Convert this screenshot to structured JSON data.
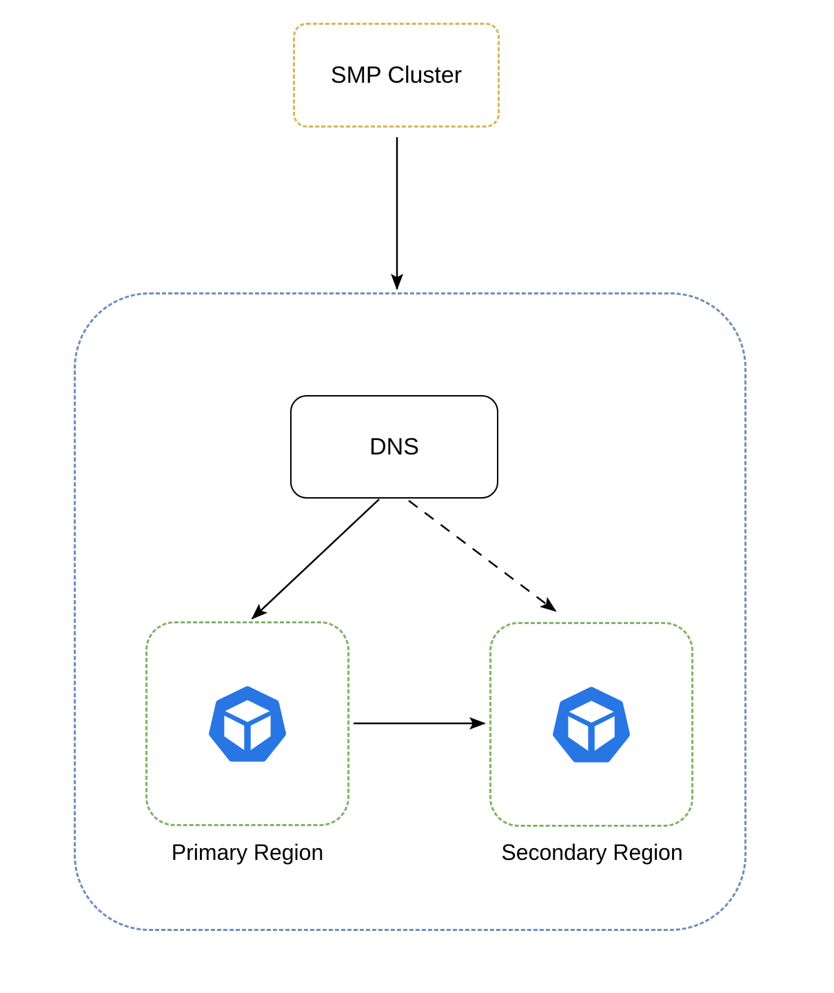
{
  "diagram": {
    "title": "",
    "nodes": {
      "smp_cluster": {
        "label": "SMP Cluster",
        "shape": "rounded-rect",
        "border_style": "dashed",
        "border_color": "#d6b656"
      },
      "region_container": {
        "label": "",
        "shape": "rounded-rect",
        "border_style": "dashed",
        "border_color": "#6c8ebf"
      },
      "dns": {
        "label": "DNS",
        "shape": "rounded-rect",
        "border_style": "solid",
        "border_color": "#000000"
      },
      "primary_region": {
        "label": "Primary Region",
        "shape": "rounded-rect",
        "border_style": "dashed",
        "border_color": "#82b366",
        "icon": "heptagon-cube-icon"
      },
      "secondary_region": {
        "label": "Secondary Region",
        "shape": "rounded-rect",
        "border_style": "dashed",
        "border_color": "#82b366",
        "icon": "heptagon-cube-icon"
      }
    },
    "edges": [
      {
        "from": "smp_cluster",
        "to": "region_container",
        "style": "solid",
        "arrowhead": "filled-triangle"
      },
      {
        "from": "dns",
        "to": "primary_region",
        "style": "solid",
        "arrowhead": "filled-triangle"
      },
      {
        "from": "dns",
        "to": "secondary_region",
        "style": "dashed",
        "arrowhead": "filled-triangle"
      },
      {
        "from": "primary_region",
        "to": "secondary_region",
        "style": "solid",
        "arrowhead": "filled-triangle"
      }
    ],
    "colors": {
      "smp_border": "#d6b656",
      "container_border": "#6c8ebf",
      "region_border": "#82b366",
      "dns_border": "#000000",
      "icon_blue": "#2876e3",
      "arrow": "#000000",
      "background": "#ffffff",
      "text": "#000000"
    }
  }
}
